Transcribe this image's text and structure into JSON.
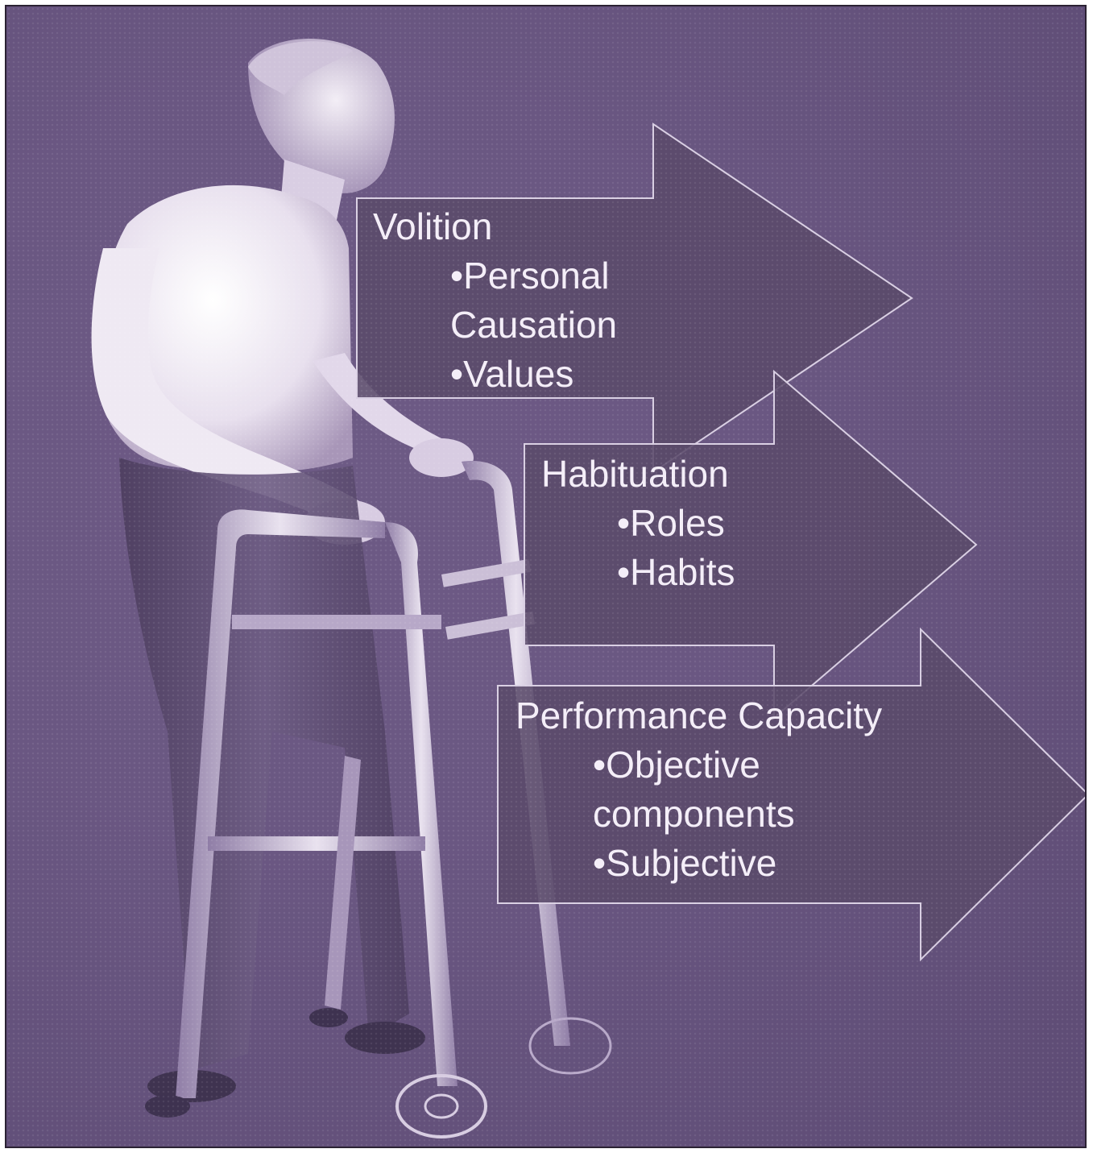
{
  "arrows": [
    {
      "heading": "Volition",
      "items": [
        "•Personal",
        "Causation",
        "•Values"
      ]
    },
    {
      "heading": "Habituation",
      "items": [
        "•Roles",
        "•Habits"
      ]
    },
    {
      "heading": "Performance Capacity",
      "items": [
        "•Objective",
        "components",
        "•Subjective"
      ]
    }
  ],
  "colors": {
    "background": "#6a5782",
    "arrow_fill": "#5a4a6a",
    "arrow_stroke": "#d9cfe3",
    "text": "#f4eef8"
  },
  "illustration": "elderly-man-with-walker"
}
